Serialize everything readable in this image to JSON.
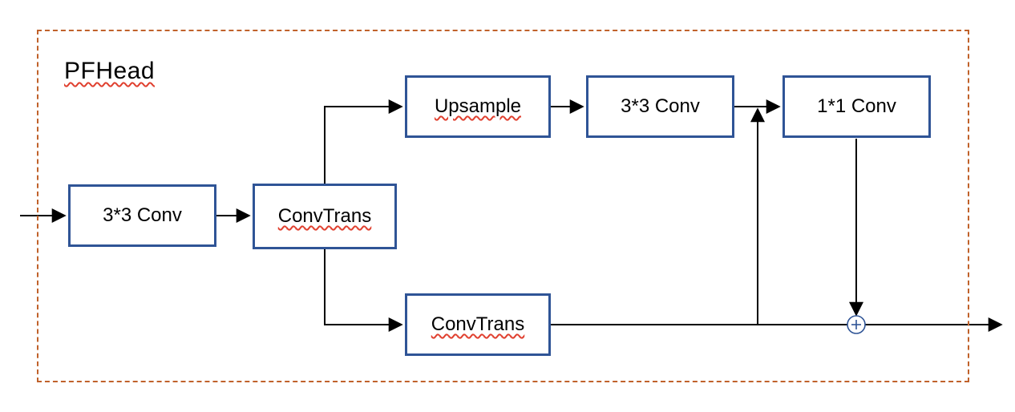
{
  "diagram": {
    "title": "PFHead",
    "nodes": [
      {
        "id": "conv3x3-input",
        "label": "3*3 Conv"
      },
      {
        "id": "convtrans-split",
        "label": "ConvTrans"
      },
      {
        "id": "upsample",
        "label": "Upsample"
      },
      {
        "id": "conv3x3-top",
        "label": "3*3 Conv"
      },
      {
        "id": "conv1x1",
        "label": "1*1 Conv"
      },
      {
        "id": "convtrans-bottom",
        "label": "ConvTrans"
      }
    ],
    "sum_node": {
      "icon": "circle-plus-icon",
      "symbol": "⊕"
    },
    "edges": [
      {
        "from": "input",
        "to": "conv3x3-input"
      },
      {
        "from": "conv3x3-input",
        "to": "convtrans-split"
      },
      {
        "from": "convtrans-split",
        "to": "upsample"
      },
      {
        "from": "convtrans-split",
        "to": "convtrans-bottom"
      },
      {
        "from": "upsample",
        "to": "conv3x3-top"
      },
      {
        "from": "conv3x3-top",
        "to": "conv1x1"
      },
      {
        "from": "convtrans-bottom",
        "to": "conv1x1"
      },
      {
        "from": "conv1x1",
        "to": "elementwise-add"
      },
      {
        "from": "convtrans-bottom",
        "to": "elementwise-add"
      },
      {
        "from": "elementwise-add",
        "to": "output"
      }
    ],
    "colors": {
      "box_border": "#2f5496",
      "dashed_border": "#c0622b",
      "arrow": "#000000",
      "squiggle": "#e0402f",
      "sum_circle": "#2f5496",
      "background": "#ffffff"
    }
  }
}
